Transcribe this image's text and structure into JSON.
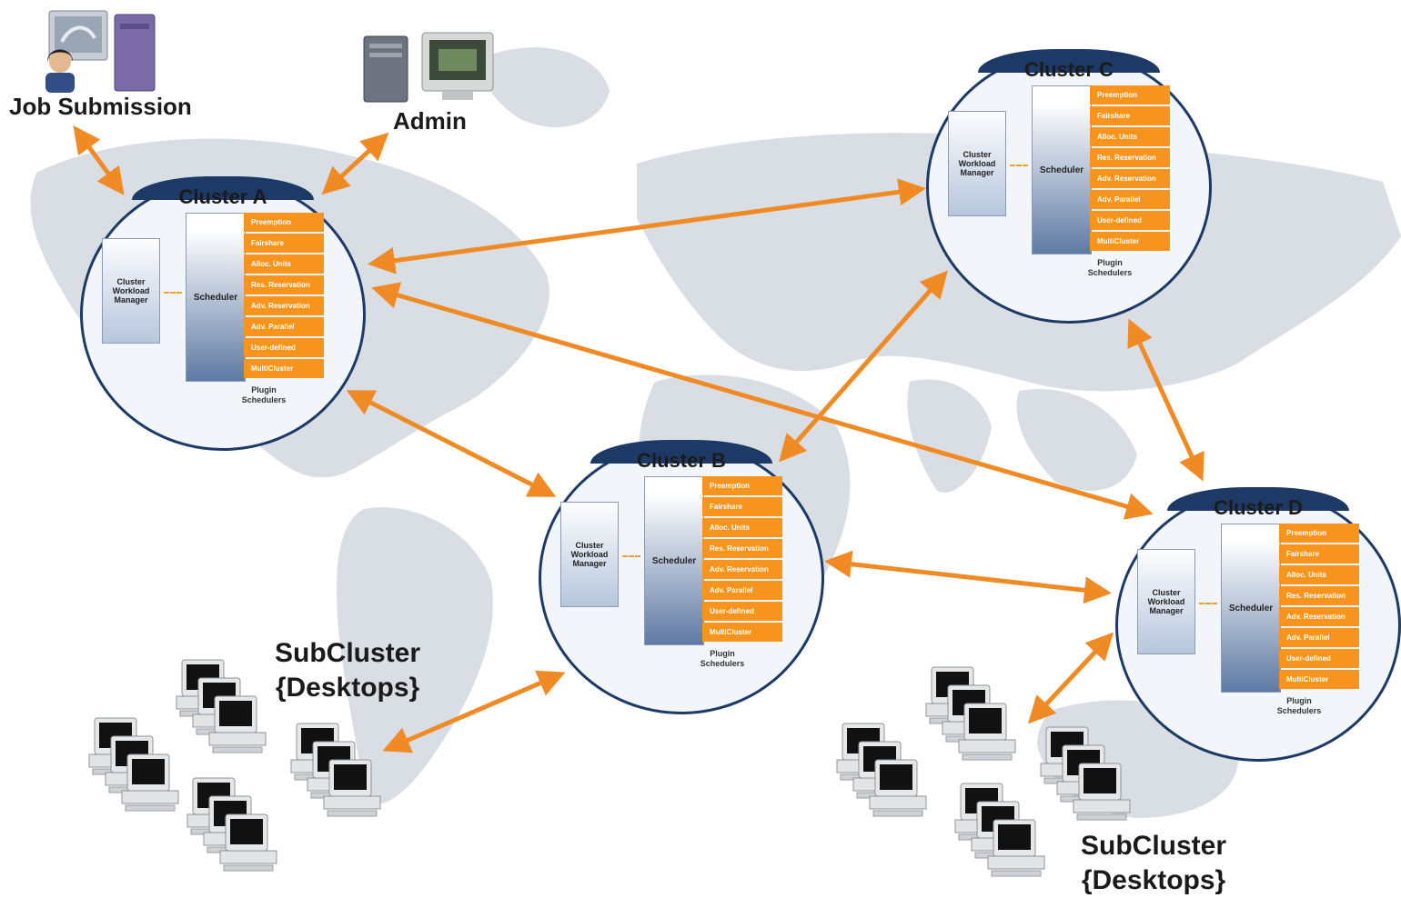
{
  "labels": {
    "job_submission": "Job Submission",
    "admin": "Admin",
    "subcluster_left_line1": "SubCluster",
    "subcluster_left_line2": "{Desktops}",
    "subcluster_right_line1": "SubCluster",
    "subcluster_right_line2": "{Desktops}"
  },
  "cluster_common": {
    "workload_manager": "Cluster Workload Manager",
    "scheduler": "Scheduler",
    "plugin_caption_line1": "Plugin",
    "plugin_caption_line2": "Schedulers",
    "plugins": [
      "Preemption",
      "Fairshare",
      "Alloc. Units",
      "Res. Reservation",
      "Adv. Reservation",
      "Adv. Parallel",
      "User-defined",
      "MultiCluster"
    ]
  },
  "clusters": [
    {
      "id": "a",
      "title": "Cluster A"
    },
    {
      "id": "b",
      "title": "Cluster B"
    },
    {
      "id": "c",
      "title": "Cluster C"
    },
    {
      "id": "d",
      "title": "Cluster D"
    }
  ],
  "colors": {
    "accent_orange": "#f7941d",
    "arrow_orange": "#f08a24",
    "cluster_navy": "#1d3a66",
    "map_gray": "#d9dee5"
  },
  "icons": [
    "workstation-icon",
    "user-icon",
    "server-tower-icon",
    "crt-monitor-icon",
    "desktop-computer-icon",
    "arrow-icon"
  ]
}
